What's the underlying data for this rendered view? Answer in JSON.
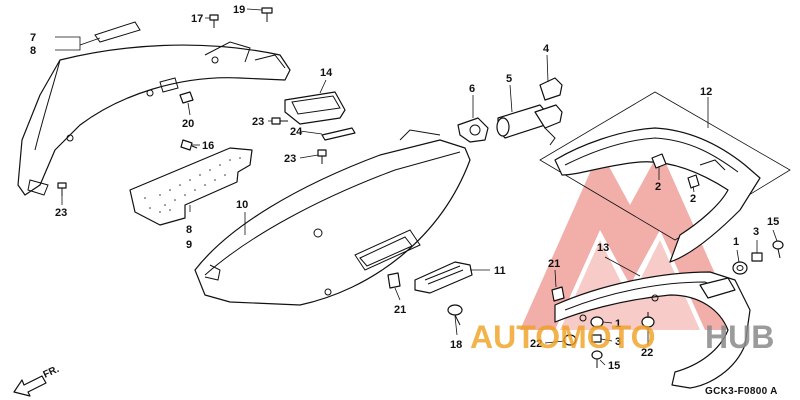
{
  "diagram": {
    "drawing_code": "GCK3-F0800 A",
    "direction_label": "FR.",
    "callouts": {
      "c1": "1",
      "c2a": "2",
      "c2b": "2",
      "c3a": "3",
      "c3b": "3",
      "c4": "4",
      "c5": "5",
      "c6": "6",
      "c7": "7",
      "c8a": "8",
      "c8b": "8",
      "c9": "9",
      "c10": "10",
      "c11": "11",
      "c12": "12",
      "c13": "13",
      "c14": "14",
      "c15a": "15",
      "c15b": "15",
      "c16": "16",
      "c17": "17",
      "c18": "18",
      "c19": "19",
      "c20": "20",
      "c21a": "21",
      "c21b": "21",
      "c22a": "22",
      "c22b": "22",
      "c23a": "23",
      "c23b": "23",
      "c23c": "23",
      "c24": "24",
      "c1b": "1"
    }
  },
  "watermark": {
    "text_left": "AUTOMOTO",
    "text_right": "HUB",
    "color_red": "#e03a2f",
    "color_orange": "#f0a020",
    "color_gray": "#8a8a8a"
  }
}
